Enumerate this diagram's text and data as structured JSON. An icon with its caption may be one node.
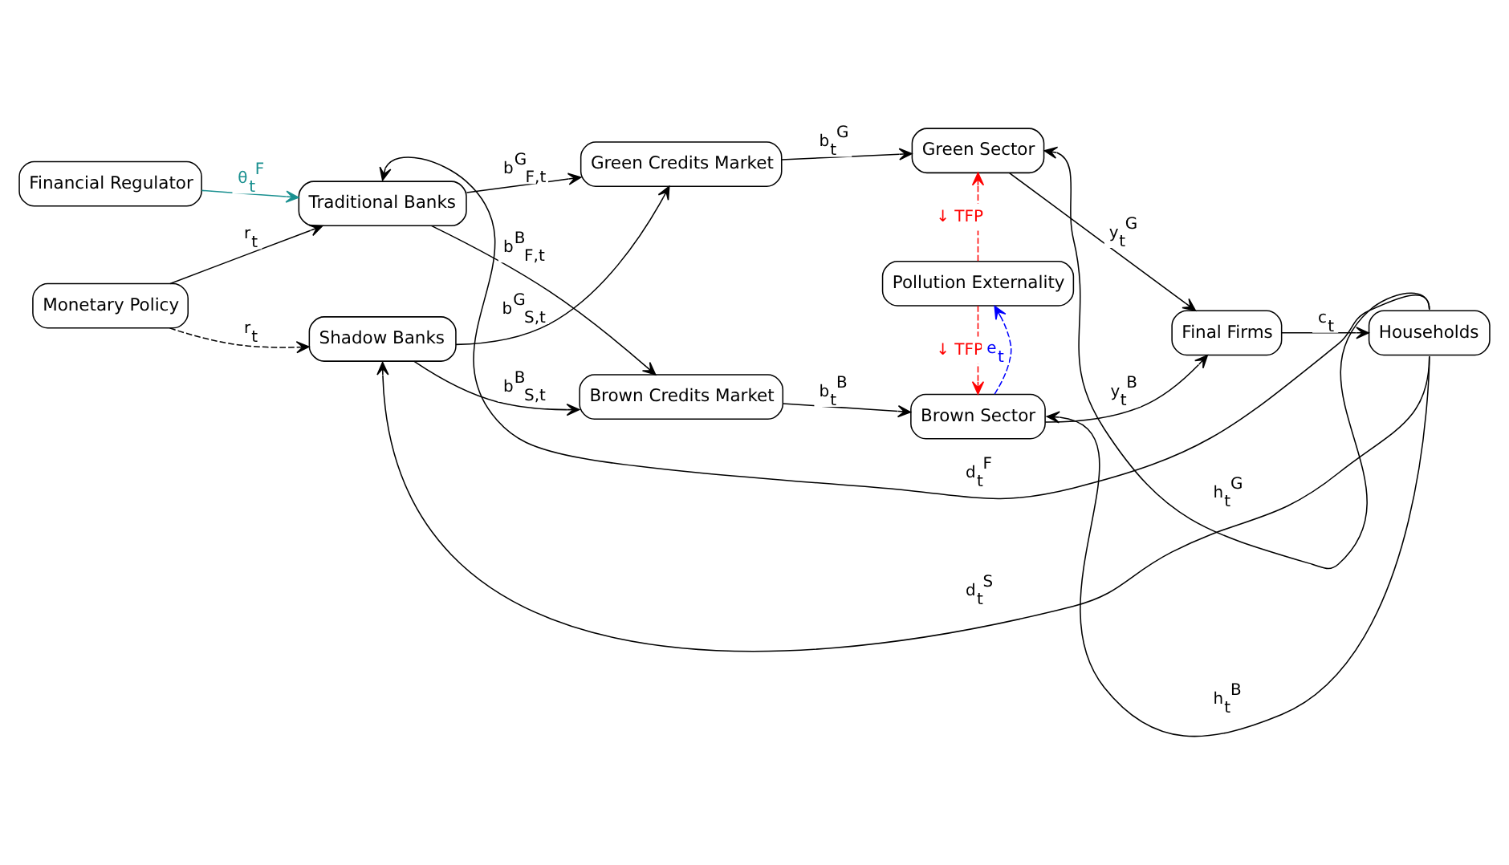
{
  "diagram": {
    "nodes": [
      {
        "text": [
          "Financial Regulator"
        ]
      },
      {
        "text": [
          "Monetary Policy"
        ]
      },
      {
        "text": [
          "Traditional Banks"
        ]
      },
      {
        "text": [
          "Shadow Banks"
        ]
      },
      {
        "text": [
          "Green Credits Market"
        ]
      },
      {
        "text": [
          "Brown Credits Market"
        ]
      },
      {
        "text": [
          "Green Sector"
        ]
      },
      {
        "text": [
          "Pollution Externality"
        ]
      },
      {
        "text": [
          "Brown Sector"
        ]
      },
      {
        "text": [
          "Final Firms"
        ]
      },
      {
        "text": [
          "Households"
        ]
      }
    ],
    "edges": [
      {
        "from": 0,
        "to": 2,
        "arrow": "to",
        "label": "θ$_{t}$$^{F}$",
        "color": "#1a9090"
      },
      {
        "from": 1,
        "to": 2,
        "arrow": "to",
        "label": "r$_{t}$"
      },
      {
        "from": 1,
        "to": 3,
        "arrow": "to",
        "label": "r$_{t}$",
        "style": "dashed"
      },
      {
        "from": 2,
        "to": 4,
        "arrow": "to",
        "label": "b$^{G}$$_{F,t}$"
      },
      {
        "from": 2,
        "to": 5,
        "arrow": "to",
        "label": "b$^{B}$$_{F,t}$"
      },
      {
        "from": 3,
        "to": 4,
        "arrow": "to",
        "label": "b$^{G}$$_{S,t}$"
      },
      {
        "from": 3,
        "to": 5,
        "arrow": "to",
        "label": "b$^{B}$$_{S,t}$"
      },
      {
        "from": 4,
        "to": 6,
        "arrow": "to",
        "label": "b$_{t}$$^{G}$"
      },
      {
        "from": 5,
        "to": 8,
        "arrow": "to",
        "label": "b$_{t}$$^{B}$"
      },
      {
        "from": 6,
        "to": 9,
        "arrow": "to",
        "label": "y$_{t}$$^{G}$"
      },
      {
        "from": 8,
        "to": 9,
        "arrow": "to",
        "label": "y$_{t}$$^{B}$"
      },
      {
        "from": 9,
        "to": 10,
        "arrow": "to",
        "label": "c$_{t}$"
      },
      {
        "from": 10,
        "to": 6,
        "arrow": "to",
        "label": "h$_{t}$$^{G}$"
      },
      {
        "from": 10,
        "to": 8,
        "arrow": "to",
        "label": "h$_{t}$$^{B}$"
      },
      {
        "from": 10,
        "to": 2,
        "arrow": "to",
        "label": "d$_{t}$$^{F}$"
      },
      {
        "from": 10,
        "to": 3,
        "arrow": "to",
        "label": "d$_{t}$$^{S}$"
      },
      {
        "from": 7,
        "to": 6,
        "arrow": "to",
        "label": "↓ TFP",
        "style": "dashed",
        "color": "#ff0000"
      },
      {
        "from": 7,
        "to": 8,
        "arrow": "to",
        "label": "↓ TFP",
        "style": "dashed",
        "color": "#ff0000"
      },
      {
        "from": 8,
        "to": 7,
        "arrow": "to",
        "label": "e$_{t}$",
        "style": "dashed",
        "color": "#0000ff"
      }
    ]
  }
}
